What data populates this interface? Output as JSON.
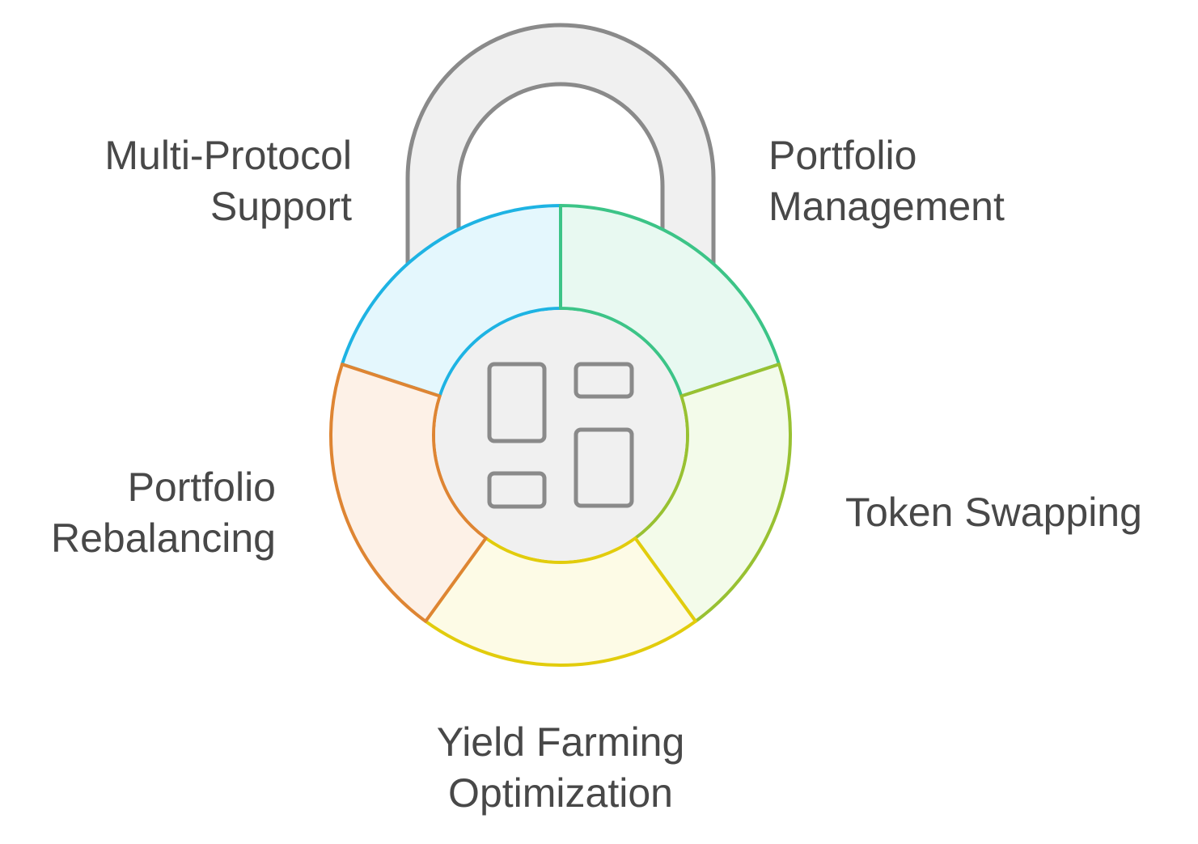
{
  "diagram": {
    "type": "padlock-segmented-ring",
    "center_icon": "dashboard-layout-icon",
    "colors": {
      "shackle_stroke": "#8a8a8a",
      "shackle_fill": "#f0f0f0",
      "center_fill": "#f0f0f0",
      "icon_stroke": "#8a8a8a",
      "text": "#484848"
    },
    "segments": [
      {
        "id": "multi-protocol-support",
        "line1": "Multi-Protocol",
        "line2": "Support",
        "stroke": "#1eb3e3",
        "fill": "#e4f7fd"
      },
      {
        "id": "portfolio-management",
        "line1": "Portfolio",
        "line2": "Management",
        "stroke": "#3cc487",
        "fill": "#e8f9f1"
      },
      {
        "id": "token-swapping",
        "line1": "Token Swapping",
        "line2": "",
        "stroke": "#98c132",
        "fill": "#f3fbea"
      },
      {
        "id": "yield-farming-optimization",
        "line1": "Yield Farming",
        "line2": "Optimization",
        "stroke": "#e2cc0c",
        "fill": "#fdfbe6"
      },
      {
        "id": "portfolio-rebalancing",
        "line1": "Portfolio",
        "line2": "Rebalancing",
        "stroke": "#de8533",
        "fill": "#fdf1e7"
      }
    ]
  }
}
